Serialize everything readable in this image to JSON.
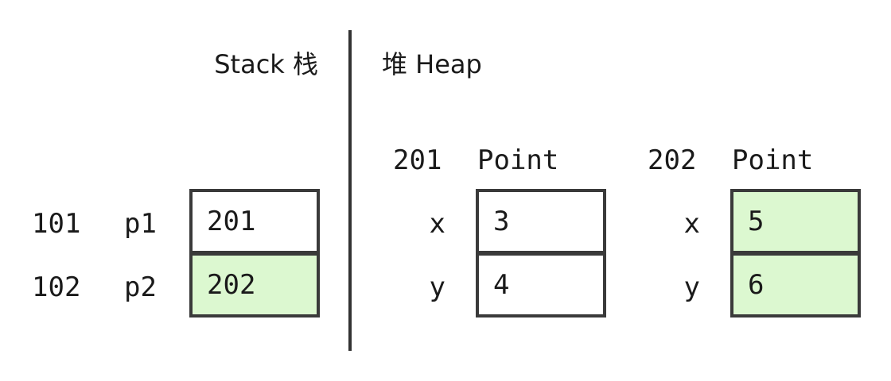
{
  "stack": {
    "title": "Stack 栈",
    "rows": [
      {
        "address": "101",
        "name": "p1",
        "value": "201",
        "highlight": false
      },
      {
        "address": "102",
        "name": "p2",
        "value": "202",
        "highlight": true
      }
    ]
  },
  "heap": {
    "title": "堆 Heap",
    "objects": [
      {
        "address": "201",
        "type": "Point",
        "fields": [
          {
            "name": "x",
            "value": "3",
            "highlight": false
          },
          {
            "name": "y",
            "value": "4",
            "highlight": false
          }
        ]
      },
      {
        "address": "202",
        "type": "Point",
        "fields": [
          {
            "name": "x",
            "value": "5",
            "highlight": true
          },
          {
            "name": "y",
            "value": "6",
            "highlight": true
          }
        ]
      }
    ]
  },
  "colors": {
    "highlight": "#dcf8d0",
    "border": "#3a3a3a",
    "divider": "#333333"
  }
}
